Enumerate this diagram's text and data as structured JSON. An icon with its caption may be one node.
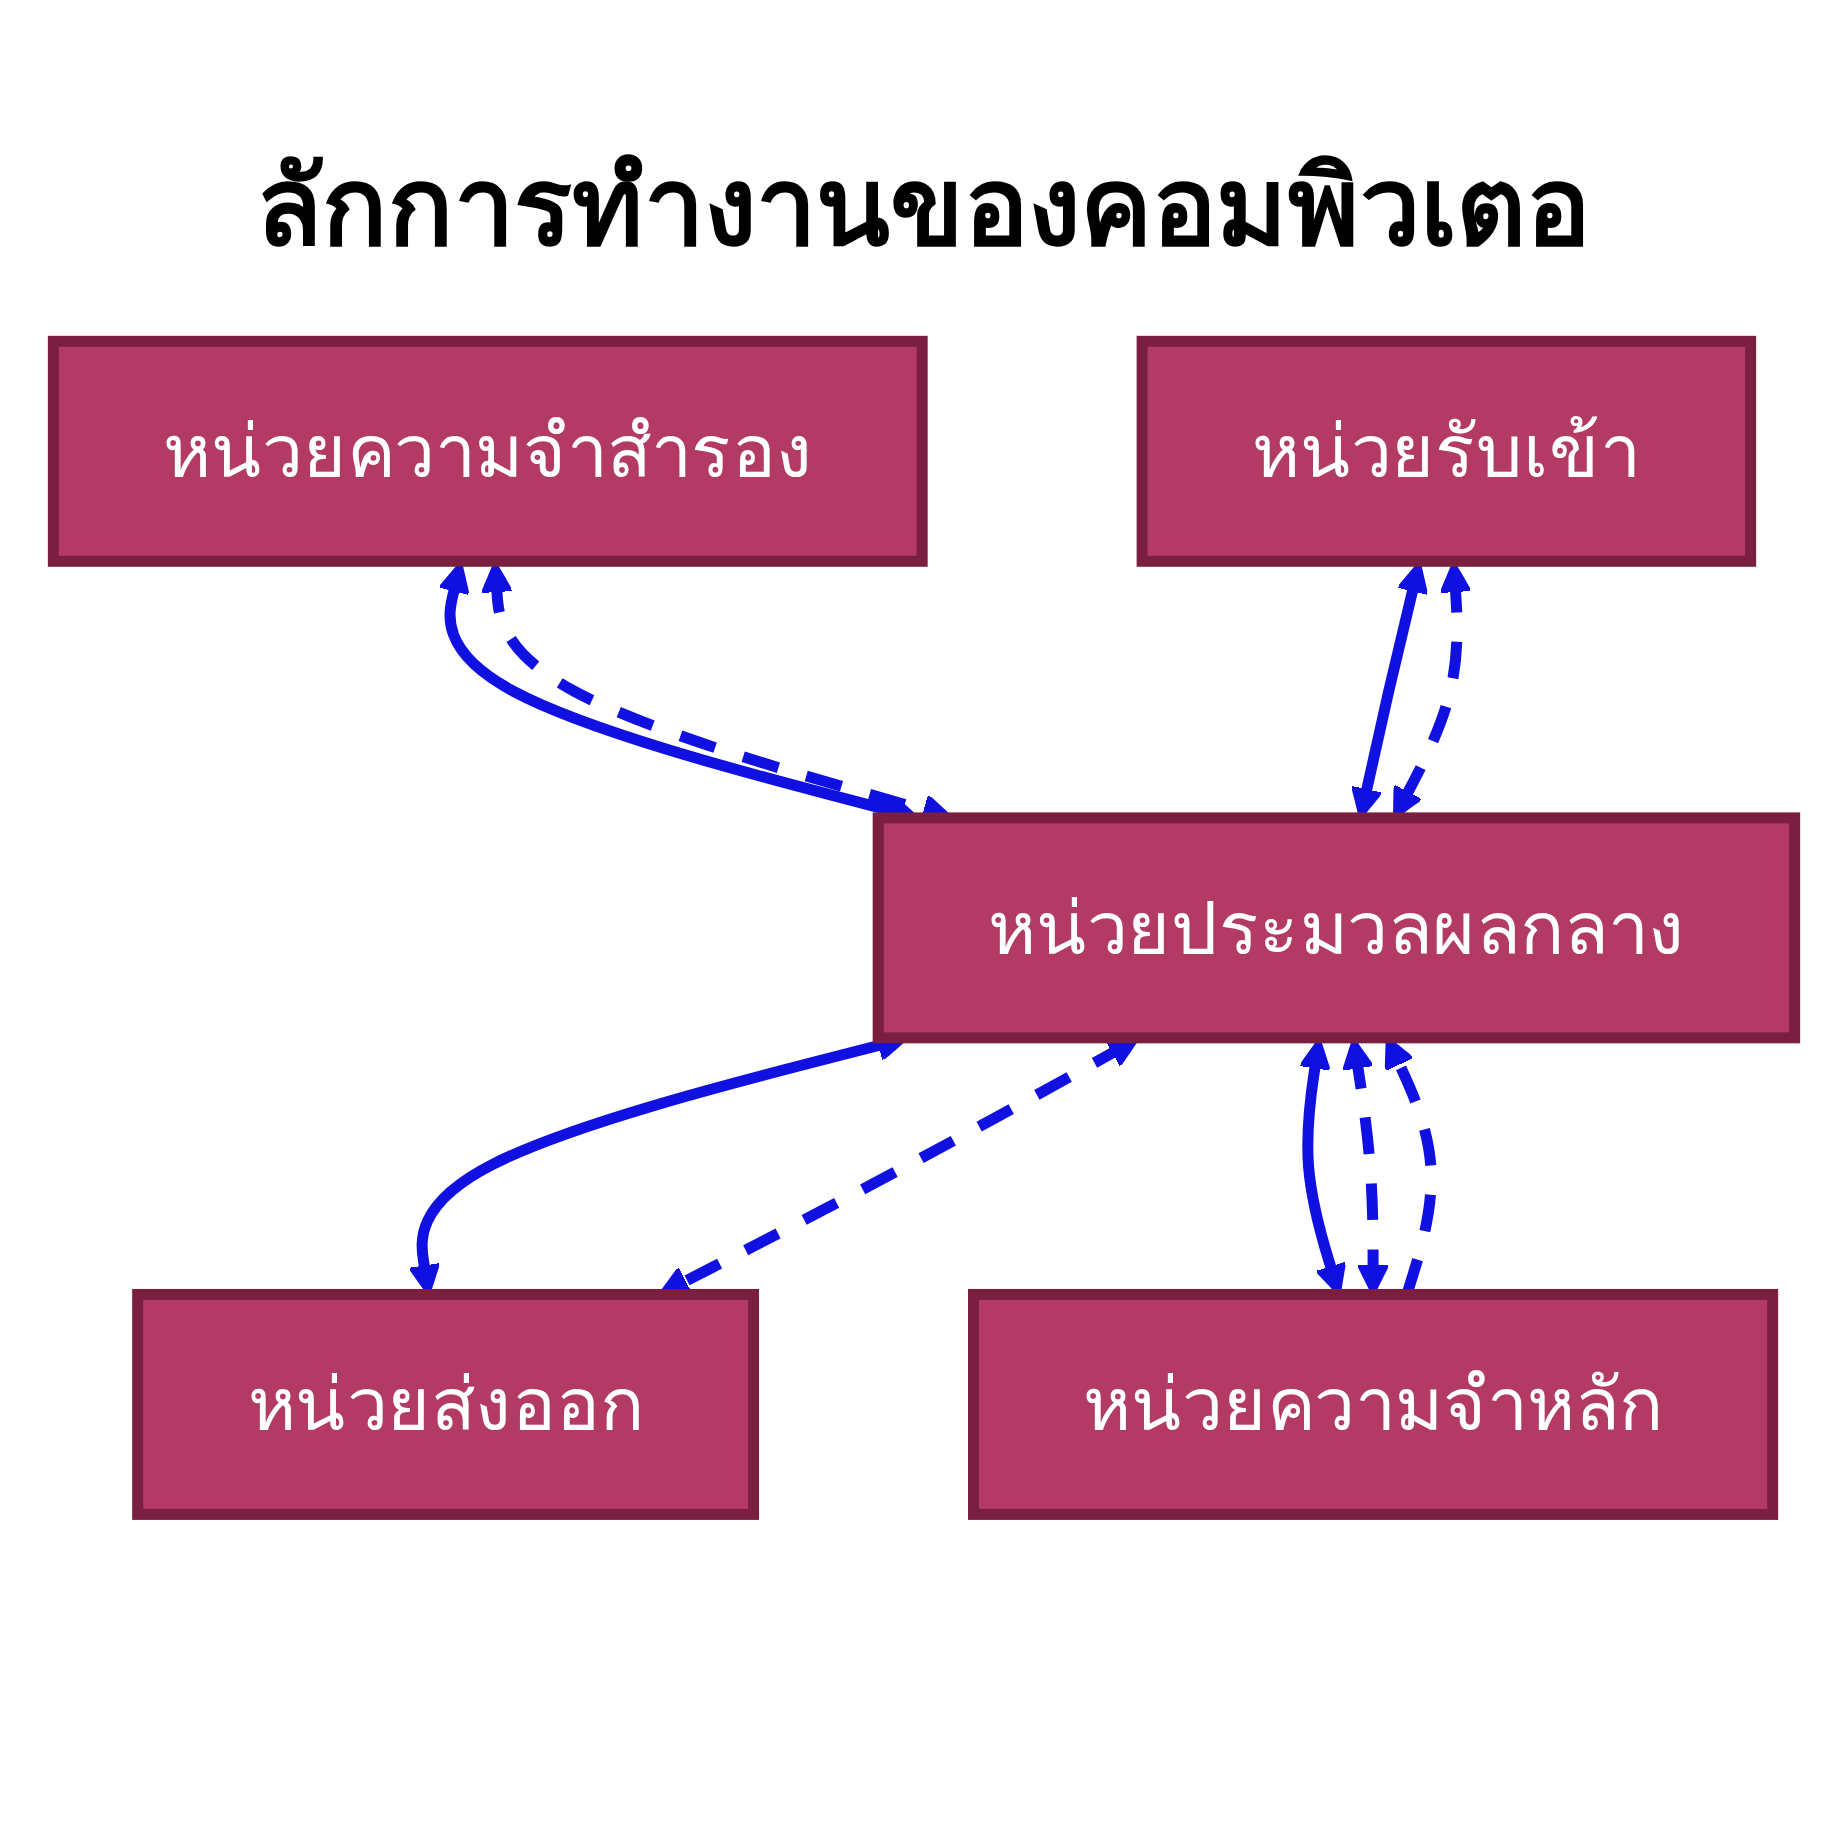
{
  "diagram": {
    "title": "ลักการทำงานของคอมพิวเตอ",
    "nodes": [
      {
        "text": [
          "หน่วยความจำสำรอง"
        ]
      },
      {
        "text": [
          "หน่วยรับเข้า"
        ]
      },
      {
        "text": [
          "หน่วยประมวลผลกลาง"
        ]
      },
      {
        "text": [
          "หน่วยส่งออก"
        ]
      },
      {
        "text": [
          "หน่วยความจำหลัก"
        ]
      }
    ],
    "edges": [
      {
        "from": 0,
        "to": 2,
        "arrow": "both"
      },
      {
        "from": 0,
        "to": 2,
        "arrow": "both",
        "style": "dashed"
      },
      {
        "from": 1,
        "to": 2,
        "arrow": "both"
      },
      {
        "from": 1,
        "to": 2,
        "arrow": "both",
        "style": "dashed"
      },
      {
        "from": 2,
        "to": 3,
        "arrow": "both"
      },
      {
        "from": 2,
        "to": 3,
        "arrow": "both",
        "style": "dashed"
      },
      {
        "from": 2,
        "to": 4,
        "arrow": "both"
      },
      {
        "from": 4,
        "to": 2,
        "arrow": "to",
        "style": "dashed"
      },
      {
        "from": 2,
        "to": 4,
        "arrow": "both",
        "style": "dashed"
      }
    ]
  }
}
